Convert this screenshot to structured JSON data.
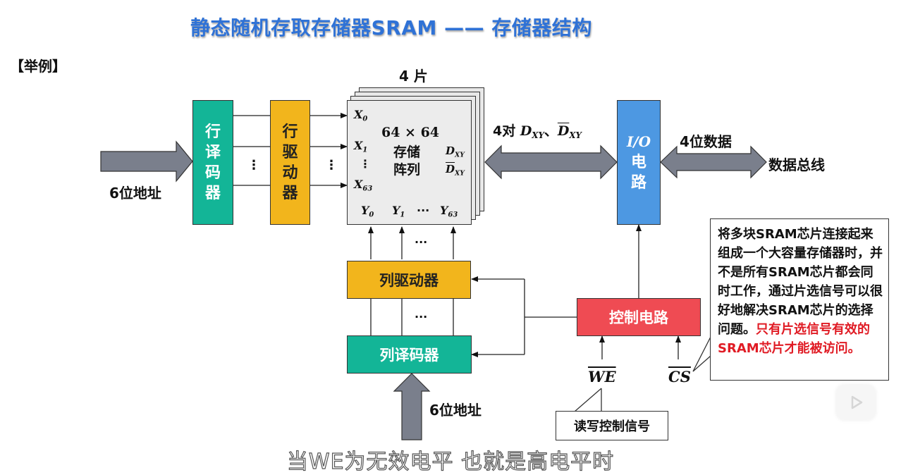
{
  "title": "静态随机存取存储器SRAM  ——  存储器结构",
  "example_label": "【举例】",
  "row_address_label": "6位地址",
  "row_decoder": [
    "行",
    "译",
    "码",
    "器"
  ],
  "row_driver": [
    "行",
    "驱",
    "动",
    "器"
  ],
  "chips_label": "4 片",
  "array": {
    "size": "64 × 64",
    "name_line1": "存储",
    "name_line2": "阵列",
    "x0": "X",
    "x0_sub": "0",
    "x1": "X",
    "x1_sub": "1",
    "x63": "X",
    "x63_sub": "63",
    "vdots": "⋮",
    "y0": "Y",
    "y0_sub": "0",
    "y1": "Y",
    "y1_sub": "1",
    "y63": "Y",
    "y63_sub": "63",
    "hdots": "···",
    "d": "D",
    "d_sub": "XY",
    "dbar": "D",
    "dbar_sub": "XY"
  },
  "pairs_label_prefix": "4对 ",
  "pairs_d": "D",
  "pairs_d_sub": "XY",
  "pairs_sep": "、",
  "pairs_dbar": "D",
  "pairs_dbar_sub": "XY",
  "io_circuit": {
    "line1": "I/O",
    "line2": "电",
    "line3": "路"
  },
  "data_bits_label": "4位数据",
  "data_bus_label": "数据总线",
  "col_driver": "列驱动器",
  "col_decoder": "列译码器",
  "col_address_label": "6位地址",
  "control_circuit": "控制电路",
  "we_signal": "WE",
  "cs_signal": "CS",
  "rw_callout": "读写控制信号",
  "dots": "⋮",
  "hdots": "···",
  "cs_callout": {
    "black_text": "将多块SRAM芯片连接起来组成一个大容量存储器时，并不是所有SRAM芯片都会同时工作，通过片选信号可以很好地解决SRAM芯片的选择问题。",
    "red_text": "只有片选信号有效的SRAM芯片才能被访问。"
  },
  "subtitle": "当WE为无效电平 也就是高电平时",
  "colors": {
    "title": "#2f72d6",
    "decoder_green": "#13b597",
    "driver_yellow": "#f2b51c",
    "io_blue": "#4d98e2",
    "control_red": "#ef4b53",
    "highlight_red": "#e01b24",
    "arrow_gray": "#7a7f8c"
  }
}
